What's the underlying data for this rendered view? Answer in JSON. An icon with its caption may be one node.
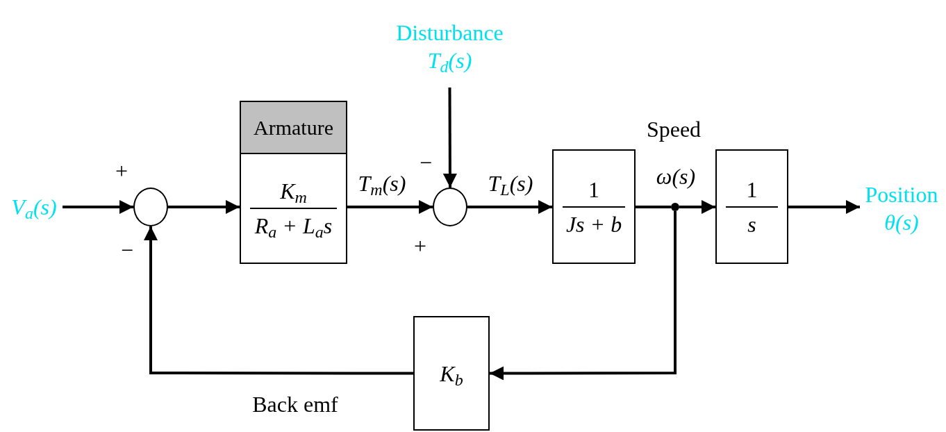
{
  "diagram": {
    "nodes": [
      {
        "text": [
          "V$_{a}$(s)"
        ]
      },
      {
        "text": [],
        "shape": "circle"
      },
      {
        "text": [
          "Armature",
          "K$_{m}$",
          "R$_{a}$ + L$_{a}$s"
        ]
      },
      {
        "text": [],
        "shape": "circle"
      },
      {
        "text": [
          "Disturbance",
          "T$_{d}$(s)"
        ]
      },
      {
        "text": [
          "1",
          "Js + b"
        ]
      },
      {
        "text": [],
        "shape": "dot"
      },
      {
        "text": [
          "1",
          "s"
        ]
      },
      {
        "text": [
          "Position",
          "θ(s)"
        ]
      },
      {
        "text": [
          "K$_{b}$"
        ]
      }
    ],
    "edges": [
      {
        "from": 0,
        "to": 1,
        "arrow": "to"
      },
      {
        "from": 1,
        "to": 2,
        "arrow": "to"
      },
      {
        "from": 2,
        "to": 3,
        "arrow": "to",
        "label": "T$_{m}$(s)"
      },
      {
        "from": 4,
        "to": 3,
        "arrow": "to"
      },
      {
        "from": 3,
        "to": 5,
        "arrow": "to",
        "label": "T$_{L}$(s)"
      },
      {
        "from": 5,
        "to": 6,
        "arrow": "none"
      },
      {
        "from": 6,
        "to": 7,
        "arrow": "to"
      },
      {
        "from": 7,
        "to": 8,
        "arrow": "to"
      },
      {
        "from": 6,
        "to": 9,
        "arrow": "to"
      },
      {
        "from": 9,
        "to": 1,
        "arrow": "to"
      }
    ],
    "labels": [
      "+",
      "−",
      "−",
      "+",
      "Speed",
      "ω(s)",
      "Back emf"
    ]
  }
}
